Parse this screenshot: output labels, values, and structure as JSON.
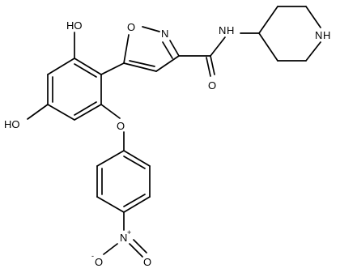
{
  "molecule": {
    "atoms": {
      "oh_top": "HO",
      "oh_left": "HO",
      "ring_o": "O",
      "ring_n": "N",
      "amide_n": "N",
      "amide_h": "H",
      "amide_o": "O",
      "pip_n": "N",
      "pip_h": "H",
      "ether_o": "O",
      "nitro_n": "N",
      "nitro_plus": "+",
      "nitro_o_minus": "O",
      "nitro_minus": "-",
      "nitro_o": "O"
    },
    "line_color": "#000000",
    "background": "#ffffff"
  }
}
